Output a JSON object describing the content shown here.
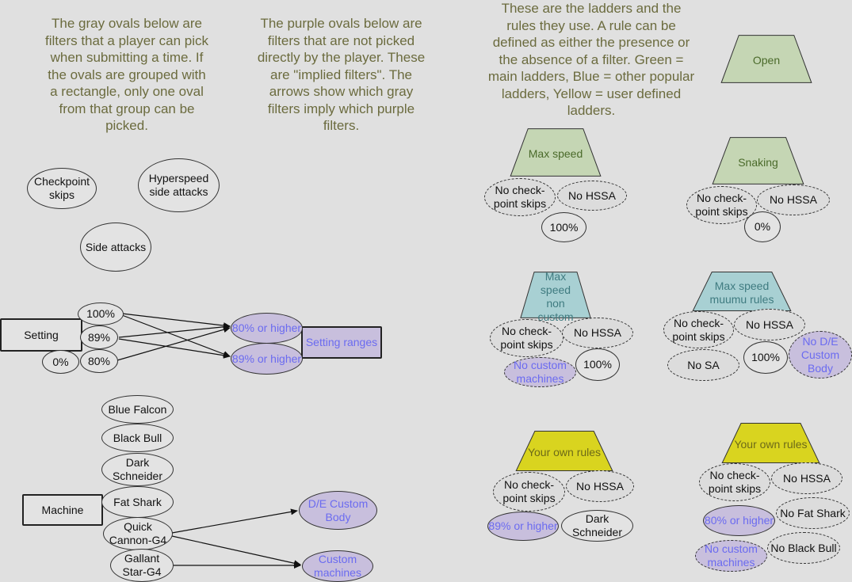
{
  "notes": {
    "gray": "The gray ovals below are filters that a player can pick when submitting a time. If the ovals are grouped with a rectangle, only one oval from that group can be picked.",
    "purple": "The purple ovals below are filters that are not picked directly by the player. These are \"implied filters\". The arrows show which gray filters imply which purple filters.",
    "ladders": "These are the ladders and the rules they use. A rule can be defined as either the presence or the absence of a filter. Green = main ladders, Blue = other popular ladders, Yellow = user defined ladders."
  },
  "filters": {
    "checkpoint_skips": "Checkpoint skips",
    "hyperspeed_side_attacks": "Hyperspeed side attacks",
    "side_attacks": "Side attacks"
  },
  "setting_group": {
    "label": "Setting",
    "options": [
      "100%",
      "89%",
      "0%",
      "80%"
    ],
    "implied": [
      "80% or higher",
      "89% or higher"
    ],
    "ranges_label": "Setting ranges"
  },
  "machine_group": {
    "label": "Machine",
    "options": [
      "Blue Falcon",
      "Black Bull",
      "Dark Schneider",
      "Fat Shark",
      "Quick Cannon-G4",
      "Gallant Star-G4"
    ],
    "implied": [
      "D/E Custom Body",
      "Custom machines"
    ]
  },
  "ladders": [
    {
      "name": "Open",
      "tier": "main",
      "rules": []
    },
    {
      "name": "Max speed",
      "tier": "main",
      "rules": [
        "No check- point skips",
        "No HSSA",
        "100%"
      ]
    },
    {
      "name": "Snaking",
      "tier": "main",
      "rules": [
        "No check- point skips",
        "No HSSA",
        "0%"
      ]
    },
    {
      "name": "Max speed non custom",
      "tier": "other",
      "rules": [
        "No check- point skips",
        "No HSSA",
        "No custom machines",
        "100%"
      ]
    },
    {
      "name": "Max speed muumu rules",
      "tier": "other",
      "rules": [
        "No check- point skips",
        "No HSSA",
        "No SA",
        "100%",
        "No D/E Custom Body"
      ]
    },
    {
      "name": "Your own rules",
      "tier": "user",
      "rules": [
        "No check- point skips",
        "No HSSA",
        "89% or higher",
        "Dark Schneider"
      ]
    },
    {
      "name": "Your own rules",
      "tier": "user",
      "rules": [
        "No check- point skips",
        "No HSSA",
        "80% or higher",
        "No Fat Shark",
        "No custom machines",
        "No Black Bull"
      ]
    }
  ],
  "colors": {
    "background": "#e0e0e0",
    "gray_filter": "#e3e3e3",
    "implied_filter": "#c8bfdd",
    "implied_text": "#6b6bf0",
    "main_ladder": "#c5d6b4",
    "other_ladder": "#a8d0d3",
    "user_ladder": "#d9d41f",
    "note_text": "#6b6b3e"
  }
}
